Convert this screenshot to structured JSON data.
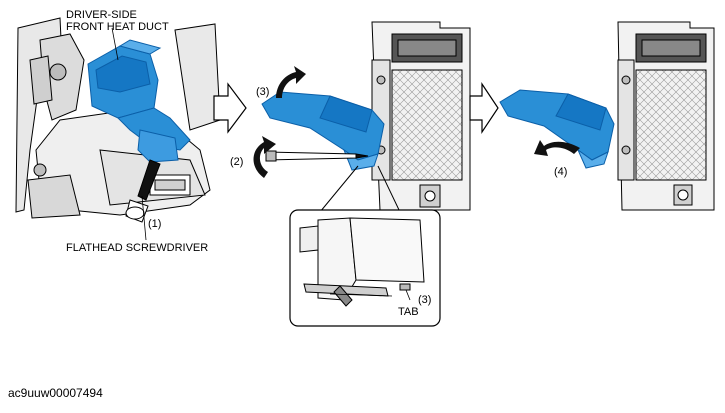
{
  "labels": {
    "duct_line1": "DRIVER-SIDE",
    "duct_line2": "FRONT HEAT DUCT",
    "step1": "(1)",
    "screwdriver": "FLATHEAD SCREWDRIVER",
    "step2": "(2)",
    "step3": "(3)",
    "step3_tab": "(3)",
    "tab": "TAB",
    "step4": "(4)"
  },
  "figure_code": "ac9uuw00007494",
  "colors": {
    "duct": "#2a8fd6",
    "duct_dark": "#0b5fa8",
    "line": "#000000",
    "fill_light": "#f2f2f2",
    "fill_mid": "#bdbdbd"
  },
  "icons": {
    "step_arrow": "hollow-right-arrow",
    "rotate_arrow": "curved-black-arrow"
  }
}
